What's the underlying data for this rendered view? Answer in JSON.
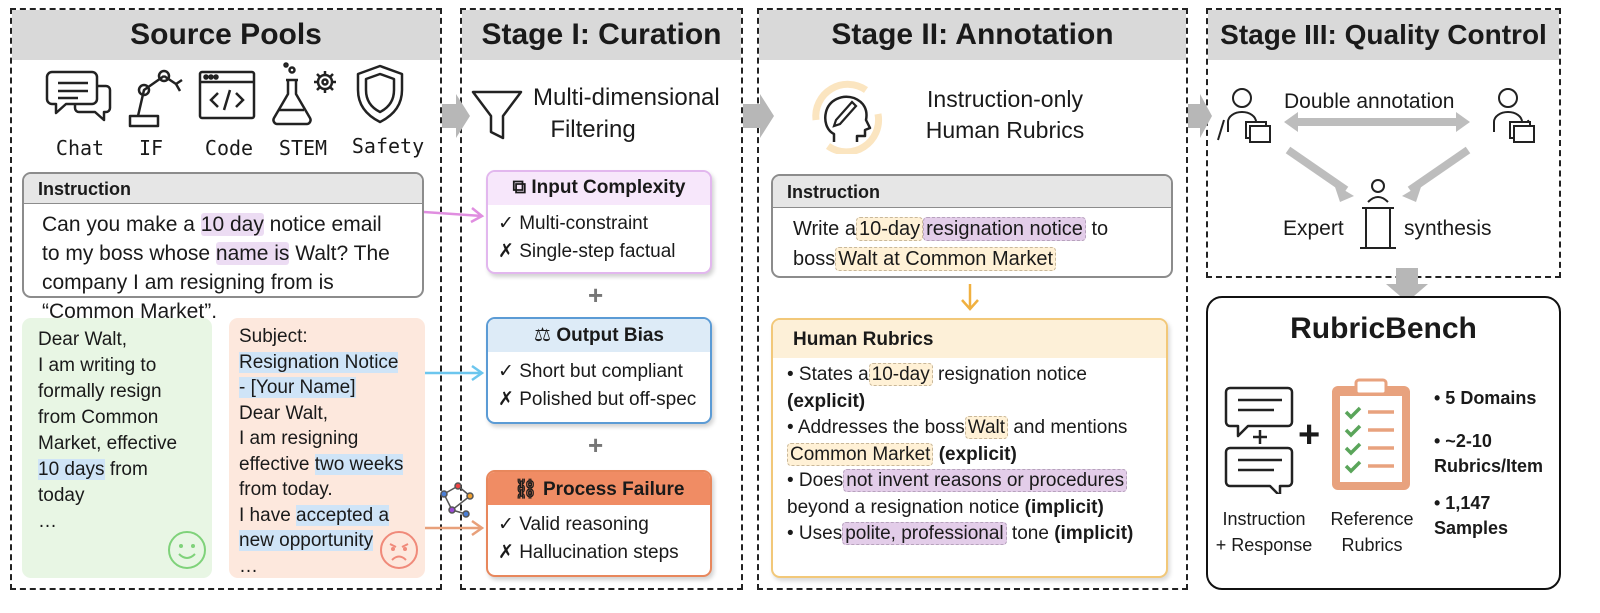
{
  "stages": {
    "source": "Source Pools",
    "curation": "Stage I: Curation",
    "annotation": "Stage II: Annotation",
    "quality": "Stage III: Quality Control"
  },
  "source": {
    "icons": [
      "Chat",
      "IF",
      "Code",
      "STEM",
      "Safety"
    ],
    "instruction_title": "Instruction",
    "instruction": {
      "p1": "Can you make a ",
      "h1": "10 day",
      "p2": " notice email to my boss whose ",
      "h2": "name is",
      "p3": " Walt? The company I am resigning from is “Common Market”."
    },
    "resp_left": {
      "l1": "Dear Walt,",
      "l2": "I am writing to",
      "l3": "formally resign",
      "l4": "from Common",
      "l5": "Market, effective",
      "l6h": "10 days",
      "l6": " from today",
      "l7": "…"
    },
    "resp_right": {
      "l1": "Subject:",
      "l2": "Resignation Notice",
      "l3": "- [Your Name]",
      "l4": "Dear Walt,",
      "l5": "I am resigning",
      "l6": "effective ",
      "l6h": "two weeks",
      "l7": "from today.",
      "l8": "I have ",
      "l8h": "accepted a",
      "l9h": "new opportunity",
      "l10": "…"
    }
  },
  "curation": {
    "filter_title_1": "Multi-dimensional",
    "filter_title_2": "Filtering",
    "plus": "+",
    "input": {
      "title": "Input Complexity",
      "yes": "Multi-constraint",
      "no": "Single-step factual"
    },
    "output": {
      "title": "Output Bias",
      "yes": "Short but compliant",
      "no": "Polished but off-spec"
    },
    "process": {
      "title": "Process Failure",
      "yes": "Valid reasoning",
      "no": "Hallucination steps"
    },
    "check": "✓",
    "cross": "✗"
  },
  "annotation": {
    "title_1": "Instruction-only",
    "title_2": "Human Rubrics",
    "instruction_title": "Instruction",
    "instr": {
      "p1": "Write a",
      "h1": "10-day",
      "h2": "resignation notice",
      "p2": " to",
      "p3": "boss",
      "h3": "Walt at Common Market"
    },
    "rubrics_title": "Human Rubrics",
    "r1": {
      "p1": "• States a",
      "h1": "10-day",
      "p2": " resignation notice",
      "b": "(explicit)"
    },
    "r2": {
      "p1": "• Addresses the boss",
      "h1": "Walt",
      "p2": " and mentions",
      "h2": "Common Market",
      "b": " (explicit)"
    },
    "r3": {
      "p1": "• Does",
      "h1": "not invent reasons or procedures",
      "p2": "beyond a resignation notice ",
      "b": "(implicit)"
    },
    "r4": {
      "p1": "• Uses",
      "h1": "polite, professional",
      "p2": " tone ",
      "b": "(implicit)"
    }
  },
  "quality": {
    "double": "Double annotation",
    "expert": "Expert",
    "synthesis": "synthesis"
  },
  "bench": {
    "title": "RubricBench",
    "plus": "+",
    "label1_1": "Instruction",
    "label1_2": "+ Response",
    "label2_1": "Reference",
    "label2_2": "Rubrics",
    "s1": "• 5 Domains",
    "s2_1": "• ~2-10",
    "s2_2": "Rubrics/Item",
    "s3_1": "• 1,147",
    "s3_2": "Samples"
  },
  "colors": {
    "header_gray": "#d9d9d9",
    "arrow_gray": "#b7b7b7",
    "input_border": "#e2b7ee",
    "output_border": "#5b9bd5",
    "process_border": "#e8875c",
    "rubric_border": "#f2c879",
    "clipboard": "#e8a27e",
    "check_green": "#5aa55a"
  }
}
